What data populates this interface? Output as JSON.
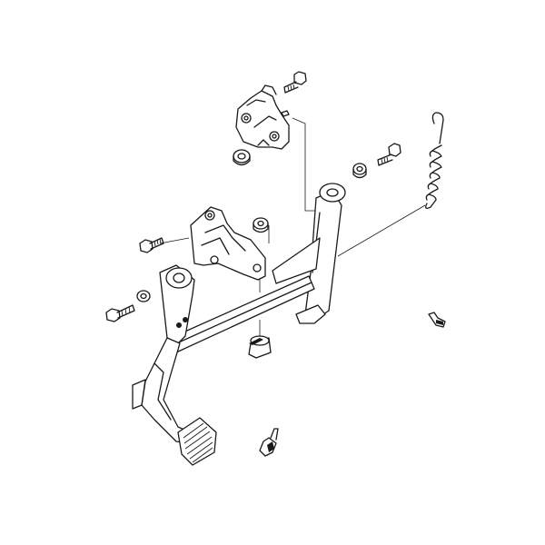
{
  "diagram": {
    "type": "exploded-parts-diagram",
    "parts": [
      {
        "id": "top-bolt",
        "icon": "bolt-icon"
      },
      {
        "id": "upper-bracket",
        "icon": "bracket-icon"
      },
      {
        "id": "bracket-nut",
        "icon": "nut-icon"
      },
      {
        "id": "right-bolt",
        "icon": "bolt-icon"
      },
      {
        "id": "right-collar",
        "icon": "collar-icon"
      },
      {
        "id": "return-spring",
        "icon": "spring-icon"
      },
      {
        "id": "mounting-plate",
        "icon": "plate-icon"
      },
      {
        "id": "plate-bolt",
        "icon": "bolt-icon"
      },
      {
        "id": "plate-collar",
        "icon": "collar-icon"
      },
      {
        "id": "pivot-bolt",
        "icon": "bolt-icon"
      },
      {
        "id": "pivot-washer",
        "icon": "washer-icon"
      },
      {
        "id": "center-stand",
        "icon": "stand-icon"
      },
      {
        "id": "stand-pedal",
        "icon": "pedal-icon"
      },
      {
        "id": "rubber-stopper",
        "icon": "stopper-icon"
      },
      {
        "id": "small-pin",
        "icon": "pin-icon"
      },
      {
        "id": "grease-nipple",
        "icon": "nipple-icon"
      }
    ]
  }
}
